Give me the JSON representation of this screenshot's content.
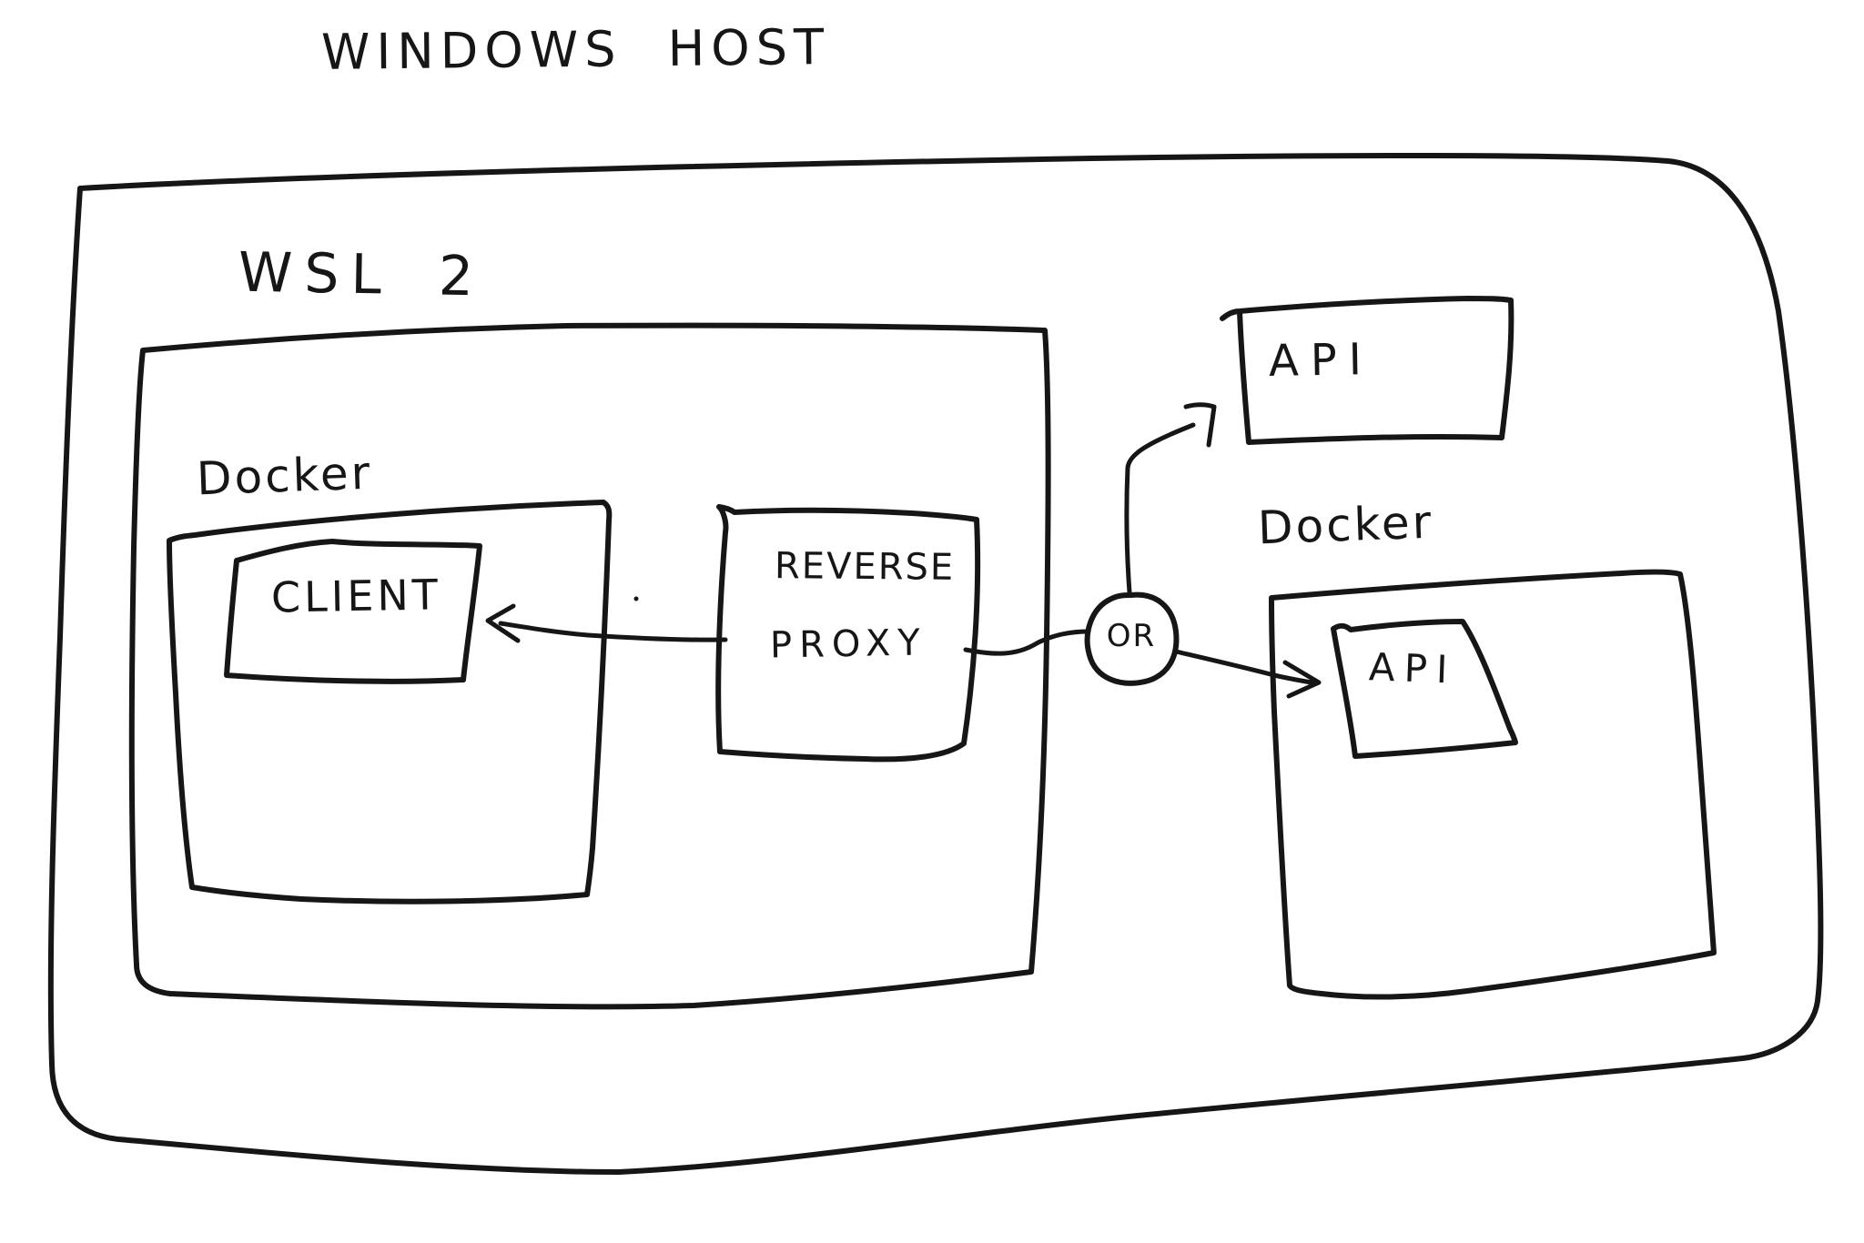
{
  "colors": {
    "ink": "#161616",
    "background": "#ffffff"
  },
  "title": "WINDOWS HOST",
  "wsl2": {
    "label": "WSL 2"
  },
  "left_docker": {
    "label": "Docker",
    "client": {
      "label": "CLIENT"
    }
  },
  "reverse_proxy": {
    "line1": "REVERSE",
    "line2": "PROXY"
  },
  "or_node": {
    "label": "OR"
  },
  "host_api": {
    "label": "API"
  },
  "right_docker": {
    "label": "Docker",
    "api": {
      "label": "API"
    }
  }
}
